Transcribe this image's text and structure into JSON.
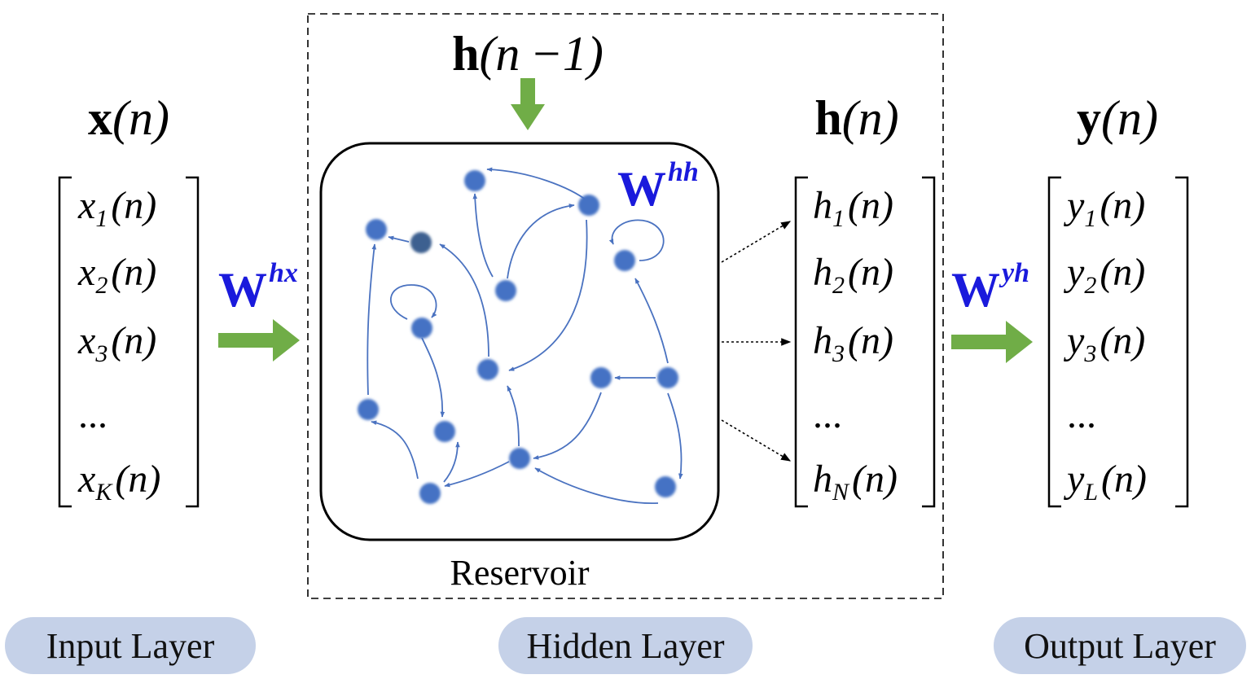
{
  "input": {
    "vector_bold": "x",
    "vector_arg": "(n)",
    "entries": [
      {
        "base": "x",
        "sub": "1",
        "arg": "(n)"
      },
      {
        "base": "x",
        "sub": "2",
        "arg": "(n)"
      },
      {
        "base": "x",
        "sub": "3",
        "arg": "(n)"
      },
      {
        "base": "...",
        "sub": "",
        "arg": ""
      },
      {
        "base": "x",
        "sub": "K",
        "arg": "(n)"
      }
    ],
    "layer_label": "Input Layer"
  },
  "hidden": {
    "prev_bold": "h",
    "prev_arg": "(n −1)",
    "vector_bold": "h",
    "vector_arg": "(n)",
    "entries": [
      {
        "base": "h",
        "sub": "1",
        "arg": "(n)"
      },
      {
        "base": "h",
        "sub": "2",
        "arg": "(n)"
      },
      {
        "base": "h",
        "sub": "3",
        "arg": "(n)"
      },
      {
        "base": "...",
        "sub": "",
        "arg": ""
      },
      {
        "base": "h",
        "sub": "N",
        "arg": "(n)"
      }
    ],
    "reservoir_label": "Reservoir",
    "layer_label": "Hidden Layer"
  },
  "output": {
    "vector_bold": "y",
    "vector_arg": "(n)",
    "entries": [
      {
        "base": "y",
        "sub": "1",
        "arg": "(n)"
      },
      {
        "base": "y",
        "sub": "2",
        "arg": "(n)"
      },
      {
        "base": "y",
        "sub": "3",
        "arg": "(n)"
      },
      {
        "base": "...",
        "sub": "",
        "arg": ""
      },
      {
        "base": "y",
        "sub": "L",
        "arg": "(n)"
      }
    ],
    "layer_label": "Output Layer"
  },
  "weights": {
    "input_to_hidden": {
      "base": "W",
      "sup": "hx"
    },
    "recurrent": {
      "base": "W",
      "sup": "hh"
    },
    "hidden_to_output": {
      "base": "W",
      "sup": "yh"
    }
  },
  "colors": {
    "weight_text": "#1a1adc",
    "arrow_green": "#70ad47",
    "node_blue": "#4472c4",
    "node_dark": "#3d6090",
    "edge_blue": "#4a72c0",
    "pill_fill": "#c5d1e8"
  }
}
